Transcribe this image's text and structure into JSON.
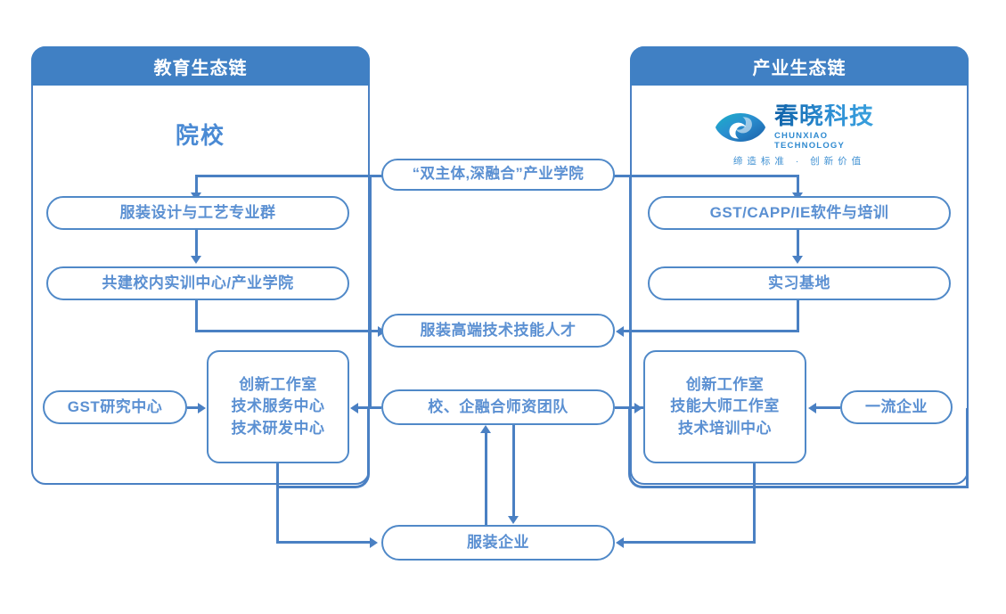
{
  "diagram": {
    "title": "教育生态链 / 产业生态链 双主体深融合产业学院结构图",
    "accent_color": "#4080c4",
    "border_color": "#4a80c3",
    "text_color": "#5b90d2",
    "header_text_color": "#ffffff",
    "background": "#ffffff"
  },
  "left_panel": {
    "header": "教育生态链",
    "subtitle": "院校",
    "nodes": {
      "program": "服装设计与工艺专业群",
      "training_center": "共建校内实训中心/产业学院",
      "gst_center": "GST研究中心",
      "centers": [
        "创新工作室",
        "技术服务中心",
        "技术研发中心"
      ]
    }
  },
  "right_panel": {
    "header": "产业生态链",
    "logo": {
      "mark": "chunxiao-eye-icon",
      "name_cn": "春晓科技",
      "name_en": "CHUNXIAO TECHNOLOGY",
      "slogan": "缔造标准 · 创新价值"
    },
    "nodes": {
      "software": "GST/CAPP/IE软件与培训",
      "practice_base": "实习基地",
      "top_enterprise": "一流企业",
      "centers": [
        "创新工作室",
        "技能大师工作室",
        "技术培训中心"
      ]
    }
  },
  "center": {
    "industry_college": "“双主体,深融合”产业学院",
    "talents": "服装高端技术技能人才",
    "faculty_team": "校、企融合师资团队",
    "garment_enterprise": "服装企业"
  }
}
